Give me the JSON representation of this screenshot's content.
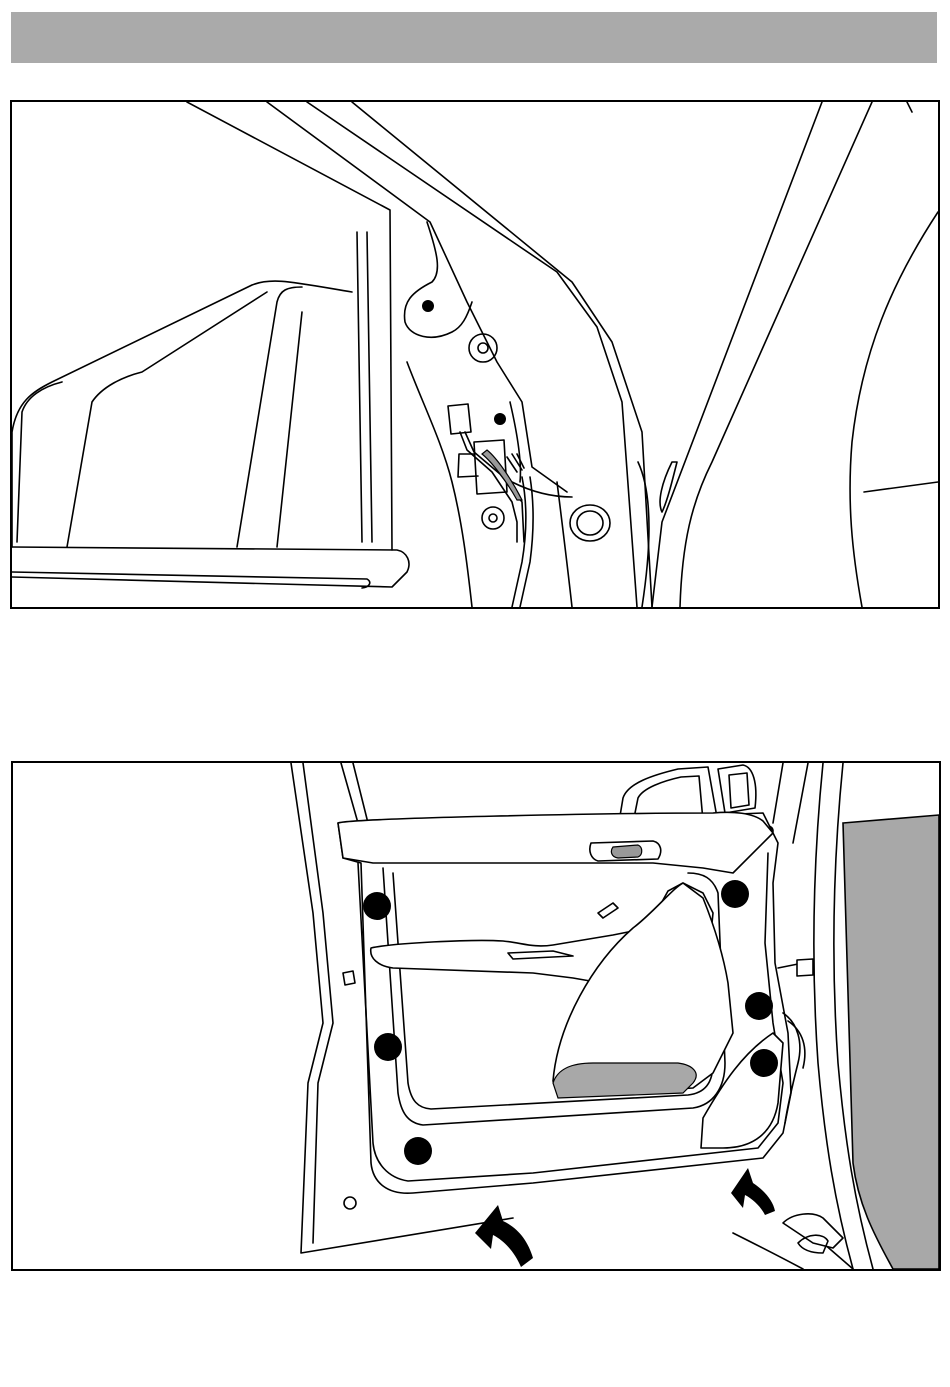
{
  "page": {
    "header_bar_color": "#aaaaaa"
  },
  "figures": [
    {
      "id": "figure-1",
      "depicts": "door-pillar-connector",
      "callouts": [
        "connector-icon",
        "mount-point-dot",
        "mount-point-dot"
      ]
    },
    {
      "id": "figure-2",
      "depicts": "door-trim-panel-removal",
      "callouts": [
        "clip-marker",
        "clip-marker",
        "clip-marker",
        "clip-marker",
        "clip-marker",
        "clip-marker",
        "pry-arrow",
        "pry-arrow"
      ]
    }
  ],
  "colors": {
    "line": "#000000",
    "shade": "#a8a8a8"
  }
}
